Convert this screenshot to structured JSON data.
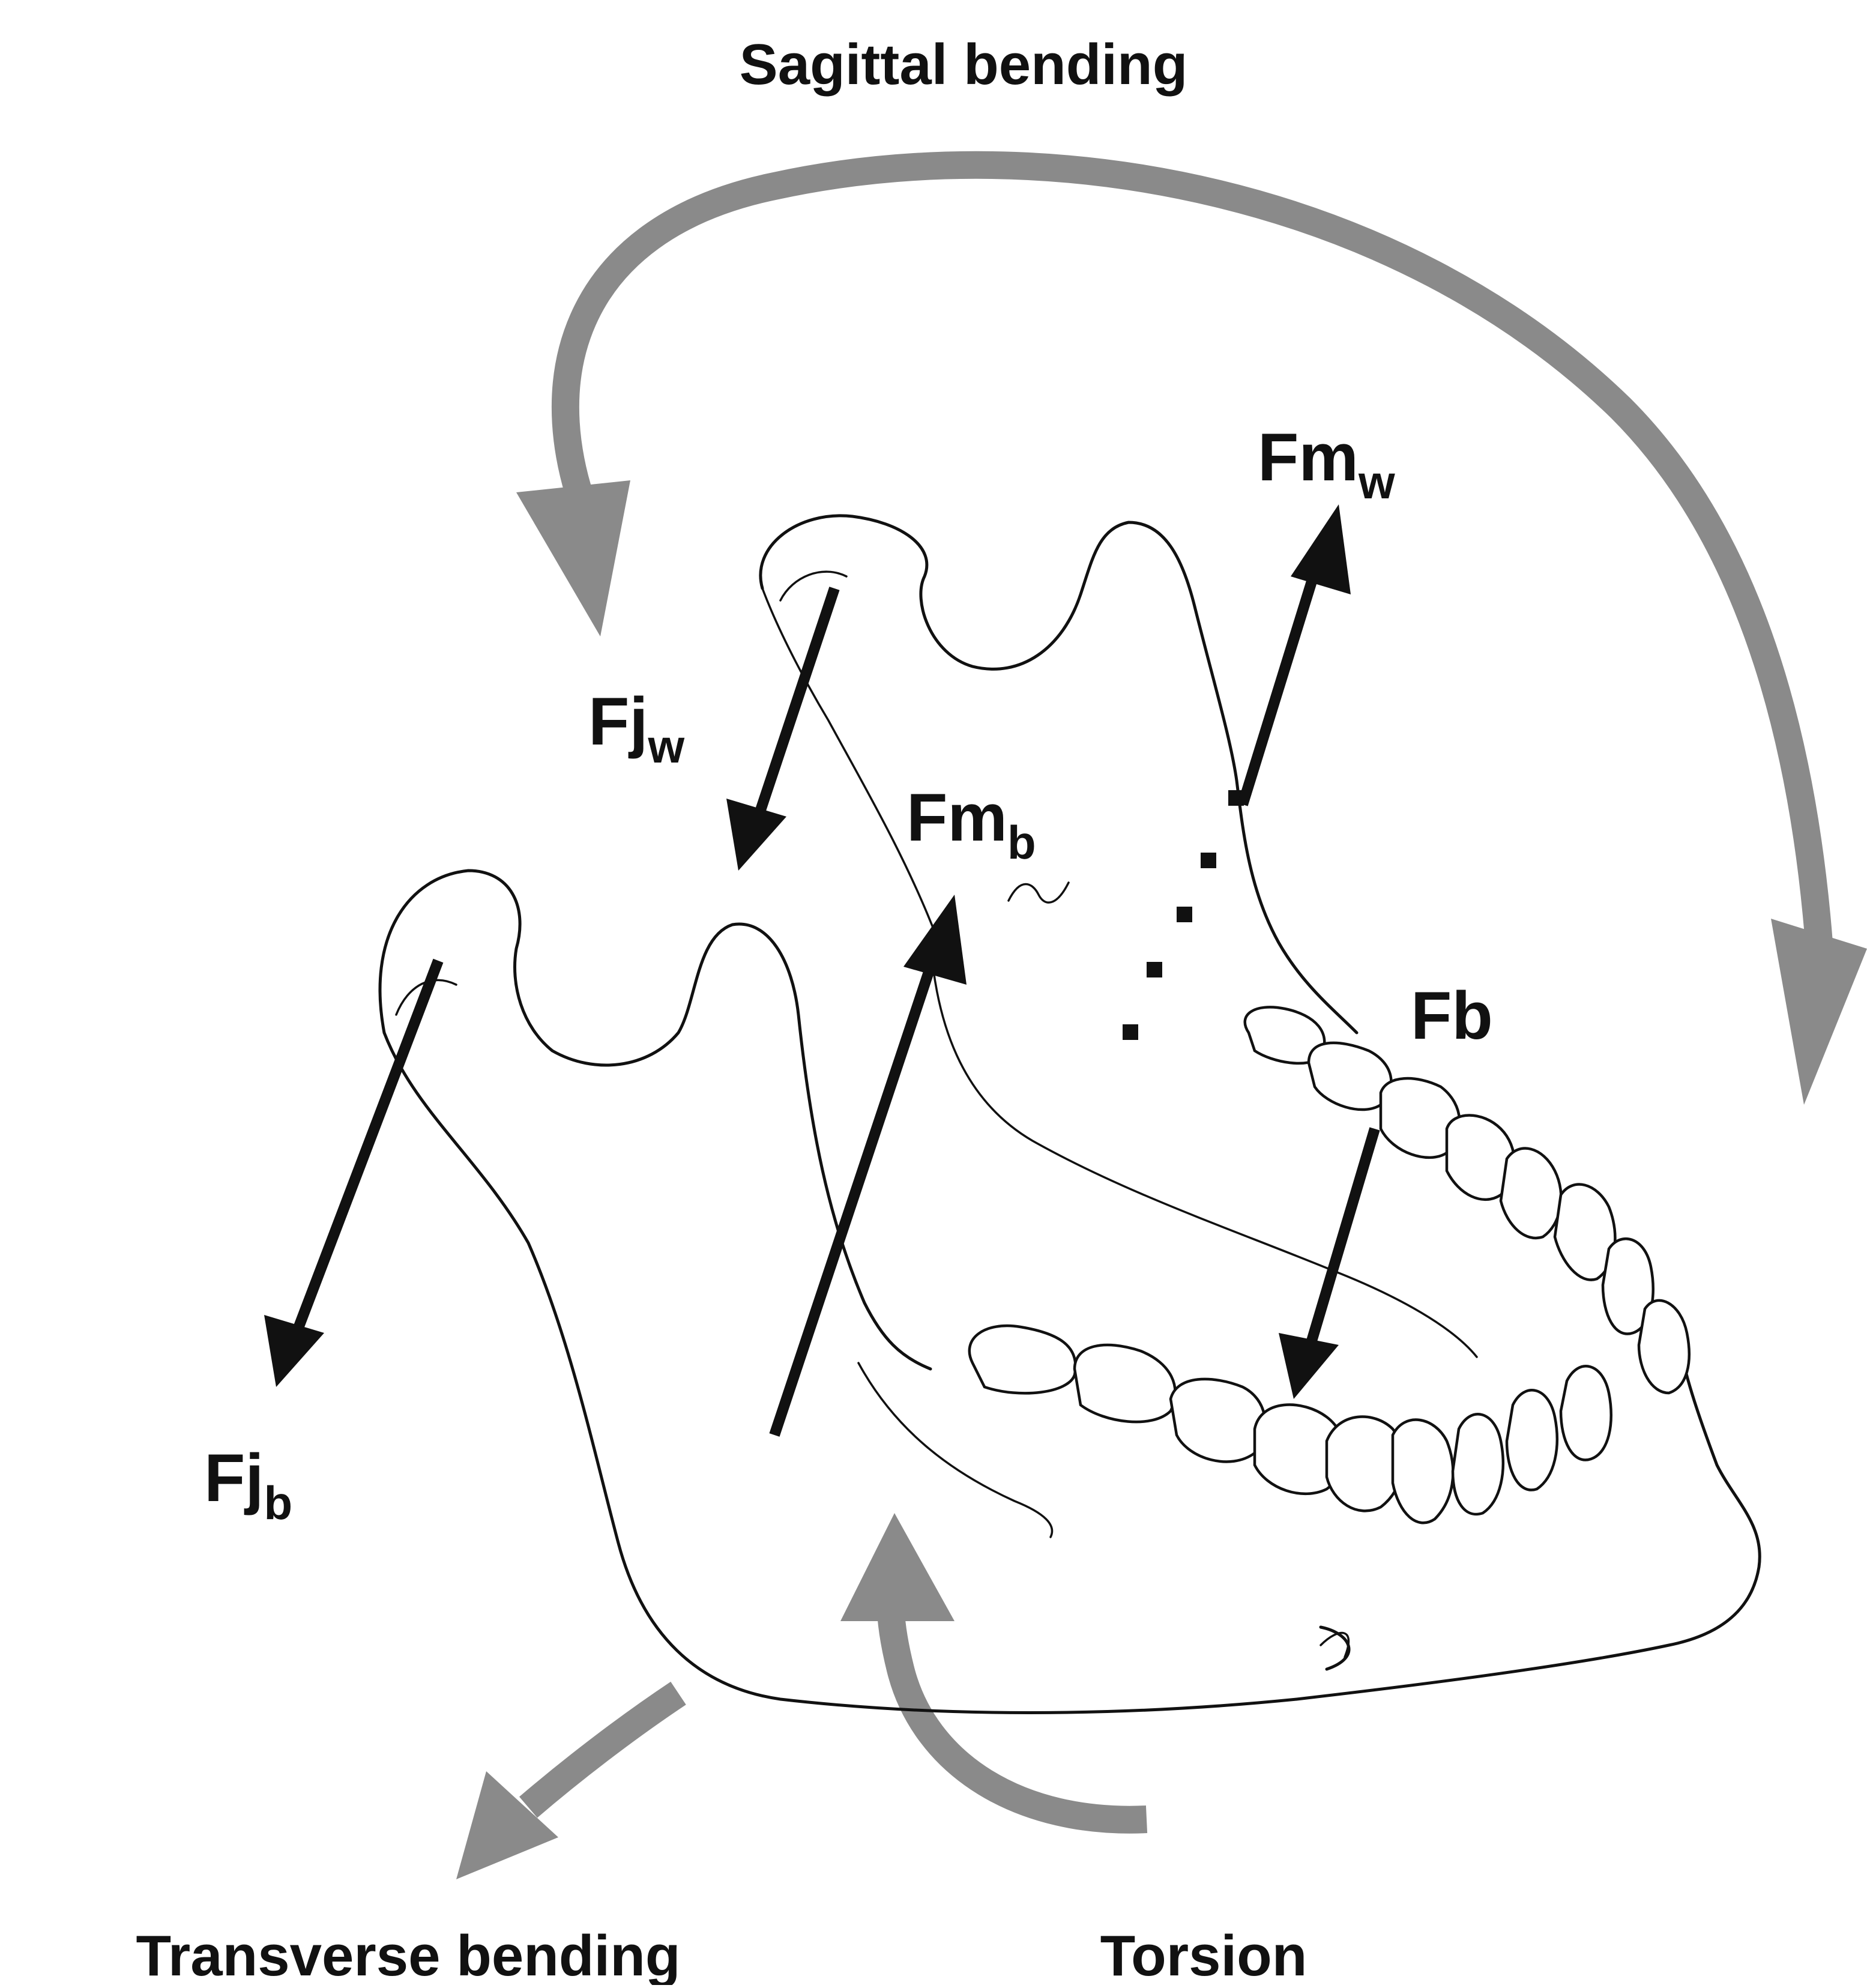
{
  "labels": {
    "sagittal_bending": "Sagittal bending",
    "transverse_bending": "Transverse bending",
    "torsion": "Torsion",
    "fm_w": {
      "main": "Fm",
      "sub": "w"
    },
    "fj_w": {
      "main": "Fj",
      "sub": "w"
    },
    "fm_b": {
      "main": "Fm",
      "sub": "b"
    },
    "fj_b": {
      "main": "Fj",
      "sub": "b"
    },
    "fb": "Fb"
  },
  "colors": {
    "ink": "#111111",
    "moment_arrows": "#8a8a8a",
    "background": "#ffffff"
  },
  "icons": {
    "moment_arrows": "curved-arrow",
    "force_vectors": "straight-arrow"
  }
}
